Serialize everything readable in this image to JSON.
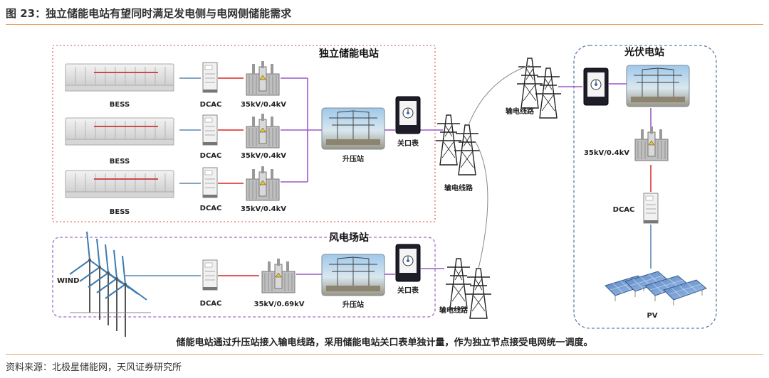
{
  "header": {
    "title": "图 23：独立储能电站有望同时满足发电侧与电网侧储能需求"
  },
  "zones": {
    "storage": "独立储能电站",
    "wind": "风电场站",
    "solar": "光伏电站"
  },
  "labels": {
    "bess": "BESS",
    "dcac": "DCAC",
    "tx_storage": "35kV/0.4kV",
    "tx_wind": "35kV/0.69kV",
    "tx_solar": "35kV/0.4kV",
    "substation": "升压站",
    "meter": "关口表",
    "line": "输电线路",
    "wind": "WIND",
    "pv": "PV"
  },
  "caption": "储能电站通过升压站接入输电线路，采用储能电站关口表单独计量，作为独立节点接受电网统一调度。",
  "footer": {
    "source": "资料来源：北极星储能网，天风证券研究所"
  },
  "colors": {
    "accent": "#e9a46a",
    "ac_line": "#e25b5b",
    "dc_line": "#5b86b0",
    "grid_line": "#9b59c6"
  }
}
